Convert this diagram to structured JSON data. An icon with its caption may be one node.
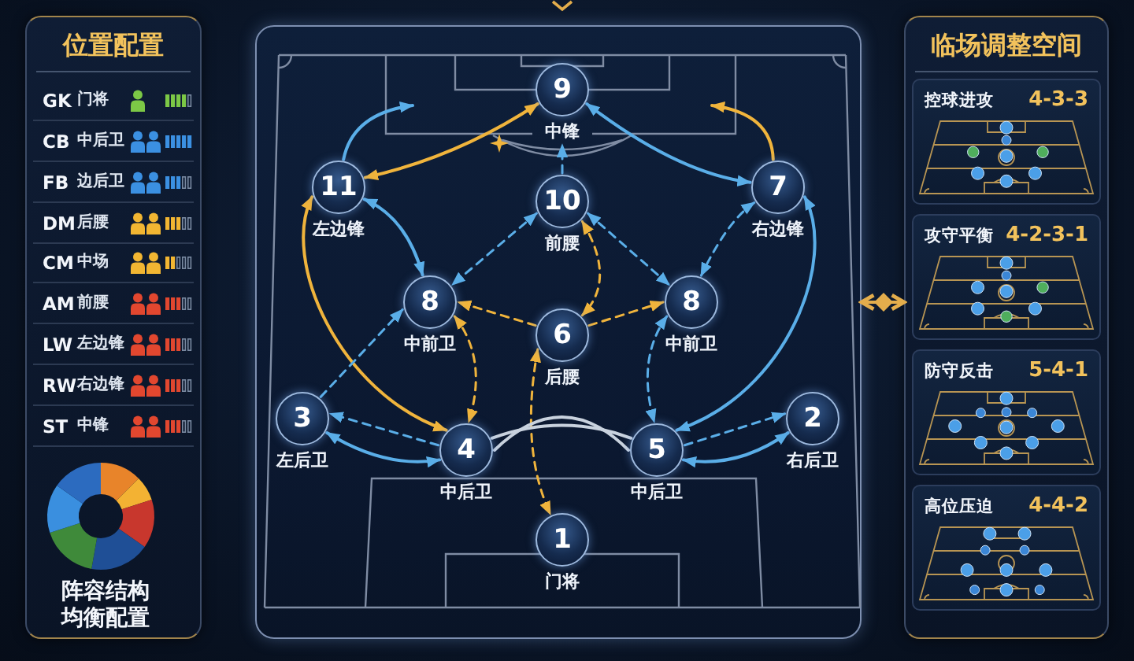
{
  "diagram": {
    "nodes": [
      {
        "text": [
          "位置配置"
        ]
      },
      {
        "text": [],
        "shape": "box"
      },
      {
        "text": [
          "9"
        ],
        "beside": [
          "中锋"
        ],
        "in": 1
      },
      {
        "text": [
          "11"
        ],
        "beside": [
          "左边锋"
        ],
        "in": 1
      },
      {
        "text": [
          "10"
        ],
        "beside": [
          "前腰"
        ],
        "in": 1
      },
      {
        "text": [
          "7"
        ],
        "beside": [
          "右边锋"
        ],
        "in": 1
      },
      {
        "text": [
          "8"
        ],
        "beside": [
          "中前卫"
        ],
        "in": 1
      },
      {
        "text": [
          "8"
        ],
        "beside": [
          "中前卫"
        ],
        "in": 1
      },
      {
        "text": [
          "6"
        ],
        "beside": [
          "后腰"
        ],
        "in": 1
      },
      {
        "text": [
          "3"
        ],
        "beside": [
          "左后卫"
        ],
        "in": 1
      },
      {
        "text": [
          "4"
        ],
        "beside": [
          "中后卫"
        ],
        "in": 1
      },
      {
        "text": [
          "5"
        ],
        "beside": [
          "中后卫"
        ],
        "in": 1
      },
      {
        "text": [
          "2"
        ],
        "beside": [
          "右后卫"
        ],
        "in": 1
      },
      {
        "text": [
          "1"
        ],
        "beside": [
          "门将"
        ],
        "in": 1
      },
      {
        "text": [
          "临场调整空间"
        ]
      },
      {
        "text": [
          "控球进攻",
          "4-3-3"
        ],
        "in": 14
      },
      {
        "text": [
          "攻守平衡",
          "4-2-3-1"
        ],
        "in": 14
      },
      {
        "text": [
          "防守反击",
          "5-4-1"
        ],
        "in": 14
      },
      {
        "text": [
          "高位压迫",
          "4-4-2"
        ],
        "in": 14
      }
    ],
    "edges": [
      {
        "from": 3,
        "to": null,
        "arrow": "to"
      },
      {
        "from": 5,
        "to": null,
        "arrow": "to",
        "color": "#f0b43c"
      },
      {
        "from": 3,
        "to": 2,
        "arrow": "both",
        "color": "#f0b43c"
      },
      {
        "from": 2,
        "to": 5,
        "arrow": "both"
      },
      {
        "from": 4,
        "to": 2,
        "arrow": "to",
        "style": "dashed"
      },
      {
        "from": 3,
        "to": 6,
        "arrow": "both"
      },
      {
        "from": 4,
        "to": 6,
        "arrow": "both",
        "style": "dashed"
      },
      {
        "from": 4,
        "to": 7,
        "arrow": "both",
        "style": "dashed"
      },
      {
        "from": 5,
        "to": 7,
        "arrow": "both",
        "style": "dashed"
      },
      {
        "from": 4,
        "to": 8,
        "arrow": "both",
        "style": "dashed",
        "color": "#f0b43c"
      },
      {
        "from": 8,
        "to": 6,
        "arrow": "to",
        "style": "dashed",
        "color": "#f0b43c"
      },
      {
        "from": 8,
        "to": 7,
        "arrow": "to",
        "style": "dashed",
        "color": "#f0b43c"
      },
      {
        "from": 3,
        "to": 10,
        "arrow": "both",
        "color": "#f0b43c"
      },
      {
        "from": 5,
        "to": 11,
        "arrow": "both"
      },
      {
        "from": 9,
        "to": 6,
        "arrow": "to",
        "style": "dashed"
      },
      {
        "from": 6,
        "to": 10,
        "arrow": "both",
        "style": "dashed",
        "color": "#f0b43c"
      },
      {
        "from": 7,
        "to": 11,
        "arrow": "both",
        "style": "dashed"
      },
      {
        "from": 10,
        "to": 9,
        "arrow": "to",
        "style": "dashed"
      },
      {
        "from": 11,
        "to": 12,
        "arrow": "to",
        "style": "dashed"
      },
      {
        "from": 9,
        "to": 10,
        "arrow": "both"
      },
      {
        "from": 12,
        "to": 11,
        "arrow": "both"
      },
      {
        "from": 8,
        "to": 13,
        "arrow": "both",
        "style": "dashed",
        "color": "#f0b43c"
      },
      {
        "from": 10,
        "to": 11,
        "arrow": "none",
        "color": "#c9d2de"
      },
      {
        "from": 10,
        "to": 11,
        "arrow": "none",
        "color": "#c9d2de"
      },
      {
        "from": 1,
        "to": 14,
        "arrow": "both",
        "color": "#e3ad4c"
      }
    ],
    "labels": [
      "GK",
      "门将",
      "CB",
      "中后卫",
      "FB",
      "边后卫",
      "DM",
      "后腰",
      "CM",
      "中场",
      "AM",
      "前腰",
      "LW",
      "左边锋",
      "RW",
      "右边锋",
      "ST",
      "中锋",
      "阵容结构均衡配置"
    ]
  }
}
